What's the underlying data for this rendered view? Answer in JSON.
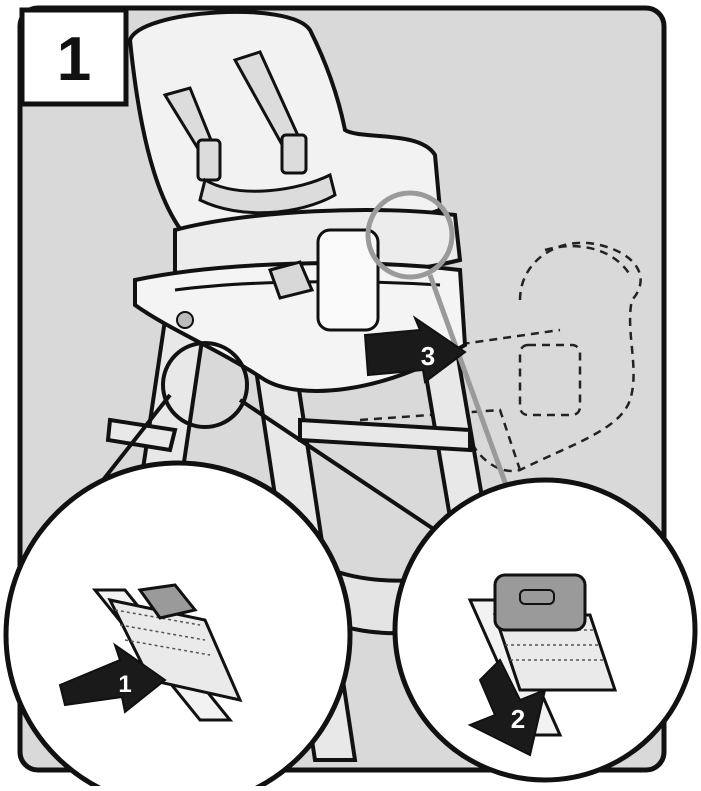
{
  "figure": {
    "step_number": "1",
    "arrows": [
      {
        "label": "1"
      },
      {
        "label": "2"
      },
      {
        "label": "3"
      }
    ],
    "colors": {
      "background": "#d9d9d9",
      "line": "#111111",
      "panel": "#ffffff",
      "highlight": "#9a9a9a",
      "arrow": "#1a1a1a"
    }
  }
}
